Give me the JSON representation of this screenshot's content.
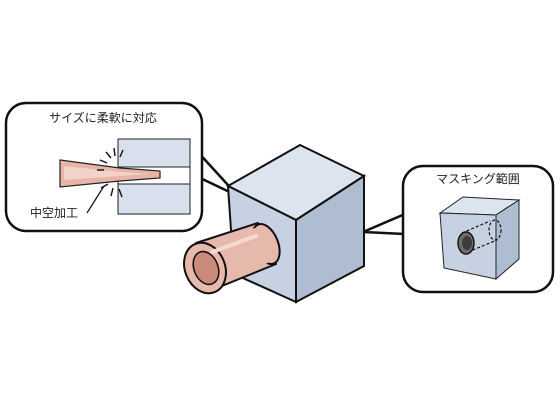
{
  "callouts": {
    "left": {
      "title": "サイズに柔軟に対応",
      "annotation": "中空加工"
    },
    "right": {
      "title": "マスキング範囲"
    }
  },
  "colors": {
    "cube_front": "#c6d2e2",
    "cube_top": "#dbe4ef",
    "cube_side": "#aebdd2",
    "pipe": "#e7b9ad",
    "pipe_inner": "#c9897b",
    "outline": "#111111"
  }
}
